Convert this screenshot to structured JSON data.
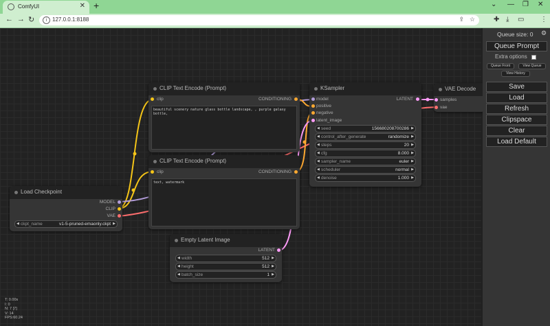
{
  "browser": {
    "tab_title": "ComfyUI",
    "url": "127.0.0.1:8188"
  },
  "panel": {
    "queue_size": "Queue size: 0",
    "queue_prompt": "Queue Prompt",
    "extra_options": "Extra options",
    "queue_front": "Queue Front",
    "view_queue": "View Queue",
    "view_history": "View History",
    "save": "Save",
    "load": "Load",
    "refresh": "Refresh",
    "clipspace": "Clipspace",
    "clear": "Clear",
    "load_default": "Load Default"
  },
  "nodes": {
    "clip_pos": {
      "title": "CLIP Text Encode (Prompt)",
      "in_clip": "clip",
      "out": "CONDITIONING",
      "text": "beautiful scenery nature glass bottle landscape, , purple galaxy bottle,"
    },
    "clip_neg": {
      "title": "CLIP Text Encode (Prompt)",
      "in_clip": "clip",
      "out": "CONDITIONING",
      "text": "text, watermark"
    },
    "ksampler": {
      "title": "KSampler",
      "in_model": "model",
      "in_positive": "positive",
      "in_negative": "negative",
      "in_latent": "latent_image",
      "out": "LATENT",
      "widgets": [
        {
          "label": "seed",
          "value": "156680208700286"
        },
        {
          "label": "control_after_generate",
          "value": "randomize"
        },
        {
          "label": "steps",
          "value": "20"
        },
        {
          "label": "cfg",
          "value": "8.000"
        },
        {
          "label": "sampler_name",
          "value": "euler"
        },
        {
          "label": "scheduler",
          "value": "normal"
        },
        {
          "label": "denoise",
          "value": "1.000"
        }
      ]
    },
    "vae_decode": {
      "title": "VAE Decode",
      "in_samples": "samples",
      "in_vae": "vae"
    },
    "checkpoint": {
      "title": "Load Checkpoint",
      "out_model": "MODEL",
      "out_clip": "CLIP",
      "out_vae": "VAE",
      "widget_label": "ckpt_name",
      "widget_value": "v1-5-pruned-emaonly.ckpt"
    },
    "latent": {
      "title": "Empty Latent Image",
      "out": "LATENT",
      "widgets": [
        {
          "label": "width",
          "value": "512"
        },
        {
          "label": "height",
          "value": "512"
        },
        {
          "label": "batch_size",
          "value": "1"
        }
      ]
    }
  },
  "stats": {
    "t": "T: 0.00s",
    "i": "I: 0",
    "n": "N: 7 [7]",
    "v": "V: 14",
    "fps": "FPS:60.24"
  },
  "colors": {
    "clip_wire": "#f5c518",
    "model_wire": "#b39ddb",
    "vae_wire": "#ff6e6e",
    "cond_wire": "#ffa931",
    "latent_wire": "#ff9cf9"
  }
}
